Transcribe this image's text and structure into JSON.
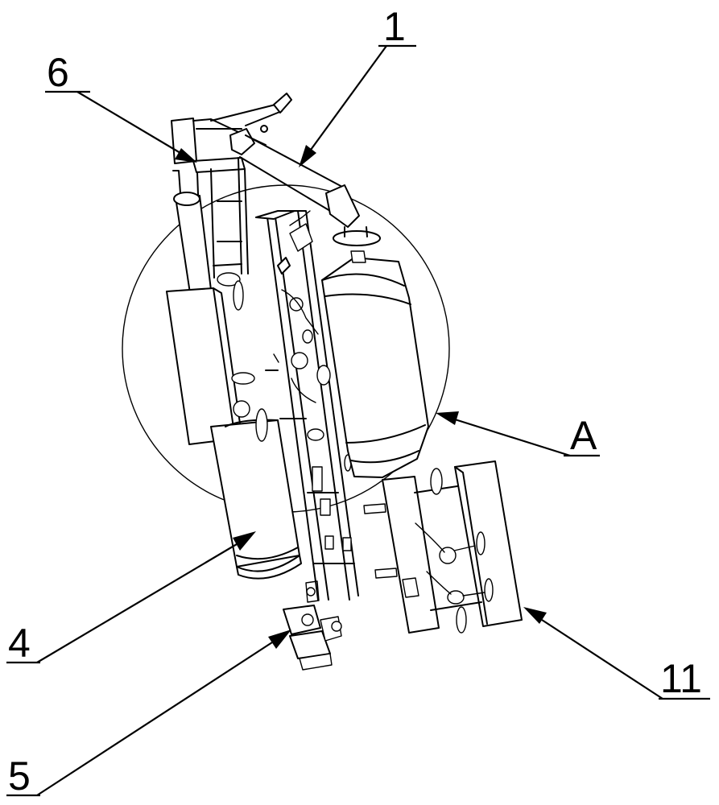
{
  "labels": {
    "part_1": "1",
    "part_6": "6",
    "part_a": "A",
    "part_4": "4",
    "part_5": "5",
    "part_11": "11"
  }
}
